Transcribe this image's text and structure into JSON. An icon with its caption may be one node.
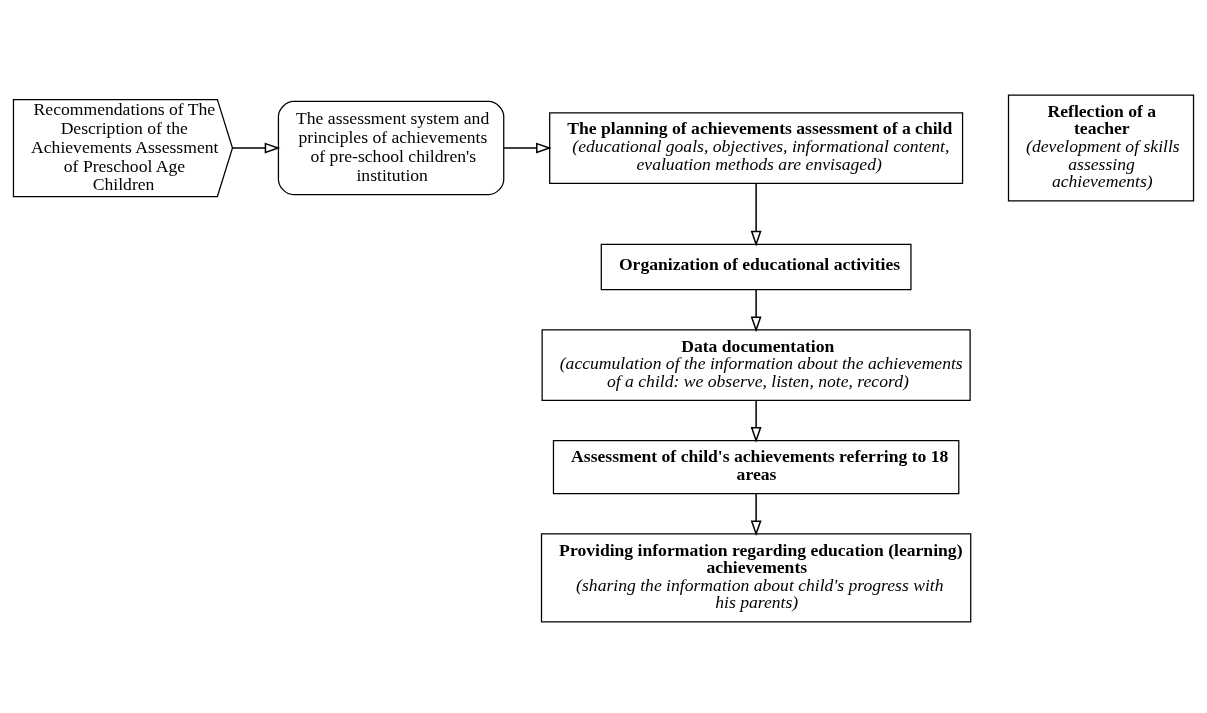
{
  "diagram": {
    "nodes": [
      {
        "text": [
          "Recommendations of The Description of the Achievements Assessment of Preschool Age Children"
        ]
      },
      {
        "text": [
          "The assessment system and principles of achievements of pre-school children's institution"
        ]
      },
      {
        "text": [
          "The planning of achievements assessment of a child",
          "(educational goals, objectives, informational content, evaluation methods are envisaged)"
        ]
      },
      {
        "text": [
          "Organization of educational activities"
        ]
      },
      {
        "text": [
          "Data documentation",
          "(accumulation of the information about the achievements of a child: we observe, listen, note, record)"
        ]
      },
      {
        "text": [
          "Assessment of child's achievements referring to 18 areas"
        ]
      },
      {
        "text": [
          "Providing information regarding education (learning) achievements",
          "(sharing the information about child's progress with his parents)"
        ]
      },
      {
        "text": [
          "Reflection of a teacher",
          "(development of skills assessing achievements)"
        ]
      }
    ],
    "edges": [
      {
        "from": 0,
        "to": 1,
        "arrow": "to"
      },
      {
        "from": 1,
        "to": 2,
        "arrow": "to"
      },
      {
        "from": 2,
        "to": 3,
        "arrow": "to"
      },
      {
        "from": 3,
        "to": 4,
        "arrow": "to"
      },
      {
        "from": 4,
        "to": 5,
        "arrow": "to"
      },
      {
        "from": 5,
        "to": 6,
        "arrow": "to"
      }
    ]
  }
}
